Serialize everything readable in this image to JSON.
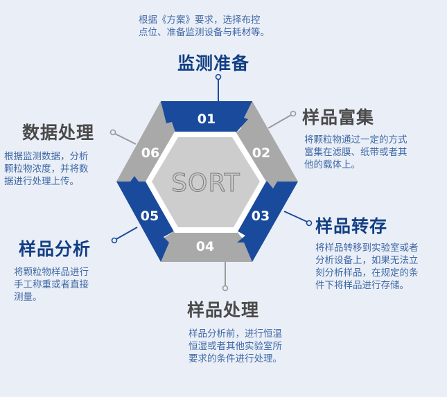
{
  "center": {
    "label": "SORT"
  },
  "colors": {
    "background": "#eaeff7",
    "blue": "#1a4a9c",
    "gray": "#a9a9a9",
    "inner_fill": "#cdcdcd",
    "title_blue": "#123e83",
    "title_gray": "#4a4a4a",
    "desc_blue": "#3f67a4"
  },
  "stages": [
    {
      "num": "01",
      "title": "监测准备",
      "desc": "根据《方案》要求，选择布控\n点位、准备监测设备与耗材等。",
      "color": "blue"
    },
    {
      "num": "02",
      "title": "样品富集",
      "desc": "将颗粒物通过一定的方式\n富集在滤膜、纸带或者其\n他的载体上。",
      "color": "gray"
    },
    {
      "num": "03",
      "title": "样品转存",
      "desc": "将样品转移到实验室或者\n分析设备上，如果无法立\n刻分析样品，在规定的条\n件下将样品进行存储。",
      "color": "blue"
    },
    {
      "num": "04",
      "title": "样品处理",
      "desc": "样品分析前，进行恒温\n恒湿或者其他实验室所\n要求的条件进行处理。",
      "color": "gray"
    },
    {
      "num": "05",
      "title": "样品分析",
      "desc": "将颗粒物样品进行\n手工称重或者直接\n测量。",
      "color": "blue"
    },
    {
      "num": "06",
      "title": "数据处理",
      "desc": "根据监测数据，分析\n颗粒物浓度，并将数\n据进行处理上传。",
      "color": "gray"
    }
  ]
}
